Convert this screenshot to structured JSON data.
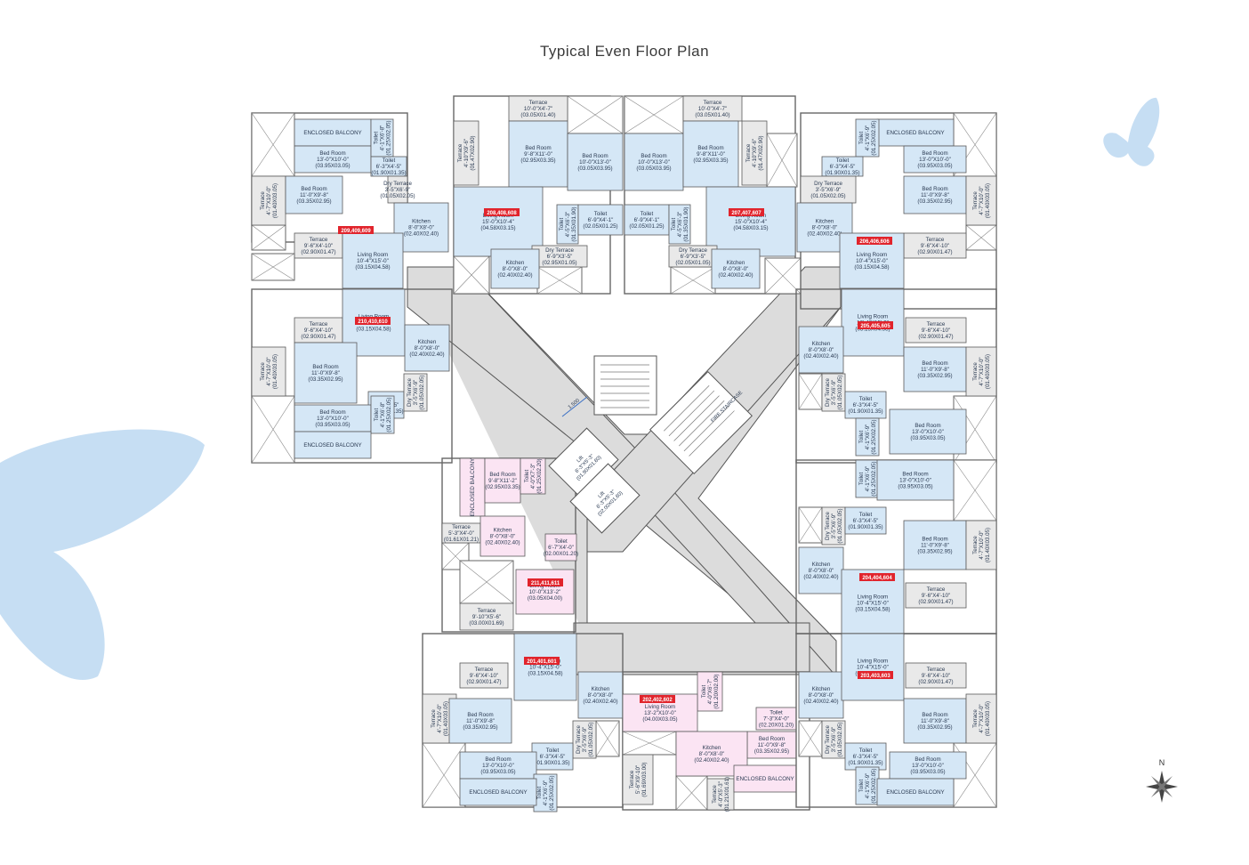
{
  "title": "Typical Even Floor Plan",
  "colors": {
    "room_blue": "#d5e7f6",
    "room_pink": "#fbe4f3",
    "corridor_gray": "#dcdcdc",
    "terrace_gray": "#e9e9e9",
    "unit_tag_red": "#e1242c",
    "butterfly": "#c6def3"
  },
  "units": [
    {
      "id": "u209",
      "tag": "209,409,609",
      "rooms": [
        {
          "name": "ENCLOSED BALCONY"
        },
        {
          "name": "Bed Room",
          "dim": "13'-0\"X10'-0\"",
          "metric": "(03.95X03.05)"
        },
        {
          "name": "Toilet",
          "dim": "4'-1\"X6'-8\"",
          "metric": "(01.25X02.05)"
        },
        {
          "name": "Toilet",
          "dim": "6'-3\"X4'-5\"",
          "metric": "(01.90X01.35)"
        },
        {
          "name": "Dry Terrace",
          "dim": "3'-5\"X6'-9\"",
          "metric": "(01.05X02.05)"
        },
        {
          "name": "Terrace",
          "dim": "4'-7\"X10'-0\"",
          "metric": "(01.40X03.05)"
        },
        {
          "name": "Bed Room",
          "dim": "11'-0\"X9'-8\"",
          "metric": "(03.35X02.95)"
        },
        {
          "name": "Kitchen",
          "dim": "8'-0\"X8'-0\"",
          "metric": "(02.40X02.40)"
        },
        {
          "name": "Terrace",
          "dim": "9'-6\"X4'-10\"",
          "metric": "(02.90X01.47)"
        },
        {
          "name": "Living Room",
          "dim": "10'-4\"X15'-0\"",
          "metric": "(03.15X04.58)"
        }
      ]
    },
    {
      "id": "u208",
      "tag": "208,408,608",
      "rooms": [
        {
          "name": "Terrace",
          "dim": "10'-0\"X4'-7\"",
          "metric": "(03.05X01.40)"
        },
        {
          "name": "Terrace",
          "dim": "4'-10\"X9'-6\"",
          "metric": "(01.47X02.90)"
        },
        {
          "name": "Bed Room",
          "dim": "9'-8\"X11'-0\"",
          "metric": "(02.95X03.35)"
        },
        {
          "name": "Bed Room",
          "dim": "10'-0\"X13'-0\"",
          "metric": "(03.05X03.95)"
        },
        {
          "name": "Living Room",
          "dim": "15'-0\"X10'-4\"",
          "metric": "(04.58X03.15)"
        },
        {
          "name": "Toilet",
          "dim": "4'-5\"X6'-3\"",
          "metric": "(01.35X01.90)"
        },
        {
          "name": "Toilet",
          "dim": "6'-9\"X4'-1\"",
          "metric": "(02.05X01.25)"
        },
        {
          "name": "Dry Terrace",
          "dim": "6'-9\"X3'-5\"",
          "metric": "(02.95X01.05)"
        },
        {
          "name": "Kitchen",
          "dim": "8'-0\"X8'-0\"",
          "metric": "(02.40X02.40)"
        }
      ]
    },
    {
      "id": "u207",
      "tag": "207,407,607",
      "rooms": [
        {
          "name": "Terrace",
          "dim": "10'-0\"X4'-7\"",
          "metric": "(03.05X01.40)"
        },
        {
          "name": "Bed Room",
          "dim": "10'-0\"X13'-0\"",
          "metric": "(03.05X03.95)"
        },
        {
          "name": "Bed Room",
          "dim": "9'-8\"X11'-0\"",
          "metric": "(02.95X03.35)"
        },
        {
          "name": "Terrace",
          "dim": "4'-10\"X9'-6\"",
          "metric": "(01.47X02.90)"
        },
        {
          "name": "Toilet",
          "dim": "6'-9\"X4'-1\"",
          "metric": "(02.05X01.25)"
        },
        {
          "name": "Toilet",
          "dim": "4'-5\"X6'-3\"",
          "metric": "(01.35X01.90)"
        },
        {
          "name": "Living Room",
          "dim": "15'-0\"X10'-4\"",
          "metric": "(04.58X03.15)"
        },
        {
          "name": "Dry Terrace",
          "dim": "6'-9\"X3'-5\"",
          "metric": "(02.05X01.05)"
        },
        {
          "name": "Kitchen",
          "dim": "8'-0\"X8'-0\"",
          "metric": "(02.40X02.40)"
        }
      ]
    },
    {
      "id": "u206",
      "tag": "206,406,606",
      "rooms": [
        {
          "name": "ENCLOSED BALCONY"
        },
        {
          "name": "Toilet",
          "dim": "4'-1\"X6'-9\"",
          "metric": "(01.25X02.05)"
        },
        {
          "name": "Bed Room",
          "dim": "13'-0\"X10'-0\"",
          "metric": "(03.95X03.05)"
        },
        {
          "name": "Toilet",
          "dim": "6'-3\"X4'-5\"",
          "metric": "(01.90X01.35)"
        },
        {
          "name": "Dry Terrace",
          "dim": "3'-5\"X6'-9\"",
          "metric": "(01.05X02.05)"
        },
        {
          "name": "Bed Room",
          "dim": "11'-0\"X9'-8\"",
          "metric": "(03.35X02.95)"
        },
        {
          "name": "Terrace",
          "dim": "4'-7\"X10'-0\"",
          "metric": "(01.40X03.05)"
        },
        {
          "name": "Kitchen",
          "dim": "8'-0\"X8'-0\"",
          "metric": "(02.40X02.40)"
        },
        {
          "name": "Terrace",
          "dim": "9'-6\"X4'-10\"",
          "metric": "(02.90X01.47)"
        },
        {
          "name": "Living Room",
          "dim": "10'-4\"X15'-0\"",
          "metric": "(03.15X04.58)"
        }
      ]
    },
    {
      "id": "u210",
      "tag": "210,410,610",
      "rooms": [
        {
          "name": "Terrace",
          "dim": "9'-6\"X4'-10\"",
          "metric": "(02.90X01.47)"
        },
        {
          "name": "Living Room",
          "dim": "10'-4\"X15'-0\"",
          "metric": "(03.15X04.58)"
        },
        {
          "name": "Kitchen",
          "dim": "8'-0\"X8'-0\"",
          "metric": "(02.40X02.40)"
        },
        {
          "name": "Terrace",
          "dim": "4'-7\"X10'-0\"",
          "metric": "(01.40X03.05)"
        },
        {
          "name": "Bed Room",
          "dim": "11'-0\"X9'-8\"",
          "metric": "(03.35X02.95)"
        },
        {
          "name": "Toilet",
          "dim": "6'-3\"X4'-5\"",
          "metric": "(01.90X01.35)"
        },
        {
          "name": "Dry Terrace",
          "dim": "3'-5\"X6'-9\"",
          "metric": "(01.05X02.05)"
        },
        {
          "name": "Bed Room",
          "dim": "13'-0\"X10'-0\"",
          "metric": "(03.95X03.05)"
        },
        {
          "name": "Toilet",
          "dim": "4'-1\"X6'-8\"",
          "metric": "(01.25X02.05)"
        },
        {
          "name": "ENCLOSED BALCONY"
        }
      ]
    },
    {
      "id": "u205",
      "tag": "205,405,605",
      "rooms": [
        {
          "name": "Terrace",
          "dim": "9'-6\"X4'-10\"",
          "metric": "(02.90X01.47)"
        },
        {
          "name": "Living Room",
          "dim": "10'-4\"X15'-0\"",
          "metric": "(03.15X04.58)"
        },
        {
          "name": "Kitchen",
          "dim": "8'-0\"X8'-0\"",
          "metric": "(02.40X02.40)"
        },
        {
          "name": "Bed Room",
          "dim": "11'-0\"X9'-8\"",
          "metric": "(03.35X02.95)"
        },
        {
          "name": "Terrace",
          "dim": "4'-7\"X10'-0\"",
          "metric": "(01.40X03.05)"
        },
        {
          "name": "Dry Terrace",
          "dim": "3'-5\"X6'-9\"",
          "metric": "(01.05X02.05)"
        },
        {
          "name": "Toilet",
          "dim": "6'-3\"X4'-5\"",
          "metric": "(01.90X01.35)"
        },
        {
          "name": "Toilet",
          "dim": "4'-1\"X6'-9\"",
          "metric": "(01.25X02.05)"
        },
        {
          "name": "Bed Room",
          "dim": "13'-0\"X10'-0\"",
          "metric": "(03.95X03.05)"
        }
      ]
    },
    {
      "id": "u211",
      "tag": "211,411,611",
      "rooms": [
        {
          "name": "ENCLOSED BALCONY"
        },
        {
          "name": "Bed Room",
          "dim": "9'-8\"X11'-2\"",
          "metric": "(02.95X03.35)"
        },
        {
          "name": "Toilet",
          "dim": "4'-0\"X7'-3\"",
          "metric": "(01.25X02.20)"
        },
        {
          "name": "Terrace",
          "dim": "5'-3\"X4'-0\"",
          "metric": "(01.61X01.21)"
        },
        {
          "name": "Kitchen",
          "dim": "8'-0\"X8'-0\"",
          "metric": "(02.40X02.40)"
        },
        {
          "name": "Toilet",
          "dim": "6'-7\"X4'-0\"",
          "metric": "(02.00X01.20)"
        },
        {
          "name": "Living Room",
          "dim": "10'-0\"X13'-2\"",
          "metric": "(03.05X04.00)"
        },
        {
          "name": "Terrace",
          "dim": "9'-10\"X5'-6\"",
          "metric": "(03.00X01.69)"
        }
      ]
    },
    {
      "id": "u204",
      "tag": "204,404,604",
      "rooms": [
        {
          "name": "Toilet",
          "dim": "4'-1\"X6'-9\"",
          "metric": "(01.25X02.05)"
        },
        {
          "name": "Bed Room",
          "dim": "13'-0\"X10'-0\"",
          "metric": "(03.95X03.05)"
        },
        {
          "name": "Dry Terrace",
          "dim": "3'-5\"X6'-9\"",
          "metric": "(01.05X02.05)"
        },
        {
          "name": "Toilet",
          "dim": "6'-3\"X4'-5\"",
          "metric": "(01.90X01.35)"
        },
        {
          "name": "Bed Room",
          "dim": "11'-0\"X9'-8\"",
          "metric": "(03.35X02.95)"
        },
        {
          "name": "Terrace",
          "dim": "4'-7\"X10'-0\"",
          "metric": "(01.40X03.05)"
        },
        {
          "name": "Kitchen",
          "dim": "8'-0\"X8'-0\"",
          "metric": "(02.40X02.40)"
        },
        {
          "name": "Living Room",
          "dim": "10'-4\"X15'-0\"",
          "metric": "(03.15X04.58)"
        },
        {
          "name": "Terrace",
          "dim": "9'-6\"X4'-10\"",
          "metric": "(02.90X01.47)"
        }
      ]
    },
    {
      "id": "u201",
      "tag": "201,401,601",
      "rooms": [
        {
          "name": "Terrace",
          "dim": "9'-6\"X4'-10\"",
          "metric": "(02.90X01.47)"
        },
        {
          "name": "Living Room",
          "dim": "10'-4\"X15'-0\"",
          "metric": "(03.15X04.58)"
        },
        {
          "name": "Kitchen",
          "dim": "8'-0\"X8'-0\"",
          "metric": "(02.40X02.40)"
        },
        {
          "name": "Terrace",
          "dim": "4'-7\"X10'-0\"",
          "metric": "(01.40X03.05)"
        },
        {
          "name": "Bed Room",
          "dim": "11'-0\"X9'-8\"",
          "metric": "(03.35X02.95)"
        },
        {
          "name": "Dry Terrace",
          "dim": "3'-5\"X6'-9\"",
          "metric": "(01.05X02.05)"
        },
        {
          "name": "Toilet",
          "dim": "6'-3\"X4'-5\"",
          "metric": "(01.90X01.35)"
        },
        {
          "name": "Bed Room",
          "dim": "13'-0\"X10'-0\"",
          "metric": "(03.95X03.05)"
        },
        {
          "name": "Toilet",
          "dim": "4'-1\"X6'-9\"",
          "metric": "(01.25X02.05)"
        },
        {
          "name": "ENCLOSED BALCONY"
        }
      ]
    },
    {
      "id": "u202",
      "tag": "202,402,602",
      "rooms": [
        {
          "name": "Toilet",
          "dim": "4'-0\"X6'-7\"",
          "metric": "(01.20X02.00)"
        },
        {
          "name": "Living Room",
          "dim": "13'-2\"X10'-0\"",
          "metric": "(04.00X03.05)"
        },
        {
          "name": "Toilet",
          "dim": "7'-3\"X4'-0\"",
          "metric": "(02.20X01.20)"
        },
        {
          "name": "Bed Room",
          "dim": "11'-0\"X9'-8\"",
          "metric": "(03.35X02.95)"
        },
        {
          "name": "Kitchen",
          "dim": "8'-0\"X8'-0\"",
          "metric": "(02.40X02.40)"
        },
        {
          "name": "Terrace",
          "dim": "5'-6\"X9'-10\"",
          "metric": "(01.69X03.00)"
        },
        {
          "name": "Terrace",
          "dim": "4'-0\"X5'-3\"",
          "metric": "(01.21X01.61)"
        },
        {
          "name": "ENCLOSED BALCONY"
        }
      ]
    },
    {
      "id": "u203",
      "tag": "203,403,603",
      "rooms": [
        {
          "name": "Kitchen",
          "dim": "8'-0\"X8'-0\"",
          "metric": "(02.40X02.40)"
        },
        {
          "name": "Living Room",
          "dim": "10'-4\"X15'-0\"",
          "metric": "(03.15X04.58)"
        },
        {
          "name": "Terrace",
          "dim": "9'-6\"X4'-10\"",
          "metric": "(02.90X01.47)"
        },
        {
          "name": "Bed Room",
          "dim": "11'-0\"X9'-8\"",
          "metric": "(03.35X02.95)"
        },
        {
          "name": "Terrace",
          "dim": "4'-7\"X10'-0\"",
          "metric": "(01.40X03.05)"
        },
        {
          "name": "Dry Terrace",
          "dim": "3'-5\"X6'-9\"",
          "metric": "(01.05X02.05)"
        },
        {
          "name": "Toilet",
          "dim": "6'-3\"X4'-5\"",
          "metric": "(01.90X01.35)"
        },
        {
          "name": "Toilet",
          "dim": "4'-1\"X6'-9\"",
          "metric": "(01.25X02.05)"
        },
        {
          "name": "Bed Room",
          "dim": "13'-0\"X10'-0\"",
          "metric": "(03.95X03.05)"
        },
        {
          "name": "ENCLOSED BALCONY"
        }
      ]
    }
  ],
  "core": {
    "lift1": {
      "name": "Lift",
      "dim": "6'-3\"X5'-3\"",
      "metric": "(01.90X01.60)"
    },
    "lift2": {
      "name": "Lift",
      "dim": "6'-3\"X5'-3\"",
      "metric": "(02.00X01.60)"
    },
    "fire_staircase": "FIRE STAIRCASE",
    "corridor_width": "1.500"
  },
  "compass": {
    "north": "N"
  }
}
